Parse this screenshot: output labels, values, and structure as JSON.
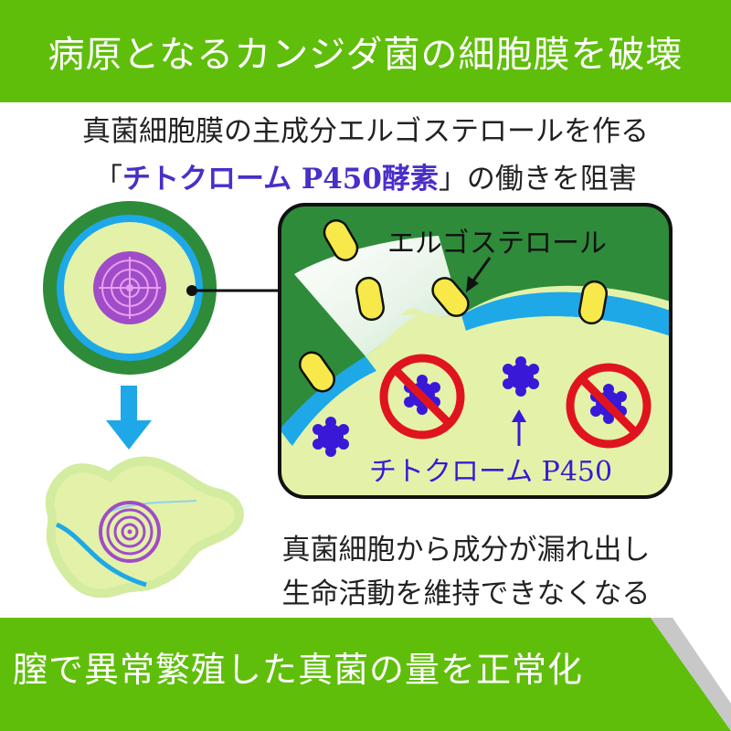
{
  "header": {
    "title": "病原となるカンジダ菌の細胞膜を破壊"
  },
  "lead": {
    "line1": "真菌細胞膜の主成分エルゴステロールを作る",
    "line2_prefix": "「",
    "line2_highlight": "チトクローム P450酵素",
    "line2_suffix": "」の働きを阻害"
  },
  "callout": {
    "ergosterol_label": "エルゴステロール",
    "p450_label": "チトクローム P450"
  },
  "result": {
    "line1": "真菌細胞から成分が漏れ出し",
    "line2": "生命活動を維持できなくなる"
  },
  "footer": {
    "title": "膣で異常繁殖した真菌の量を正常化"
  },
  "colors": {
    "banner_green": "#5fbe0a",
    "membrane_dark_green": "#2e8b3a",
    "membrane_blue": "#1ea8e8",
    "cytoplasm": "#e3f2a8",
    "nucleus_purple": "#a04cc8",
    "ergosterol_yellow": "#f7e94a",
    "enzyme_purple": "#3a18d8",
    "prohibit_red": "#e0141e",
    "highlight_text": "#4a2ec8"
  }
}
